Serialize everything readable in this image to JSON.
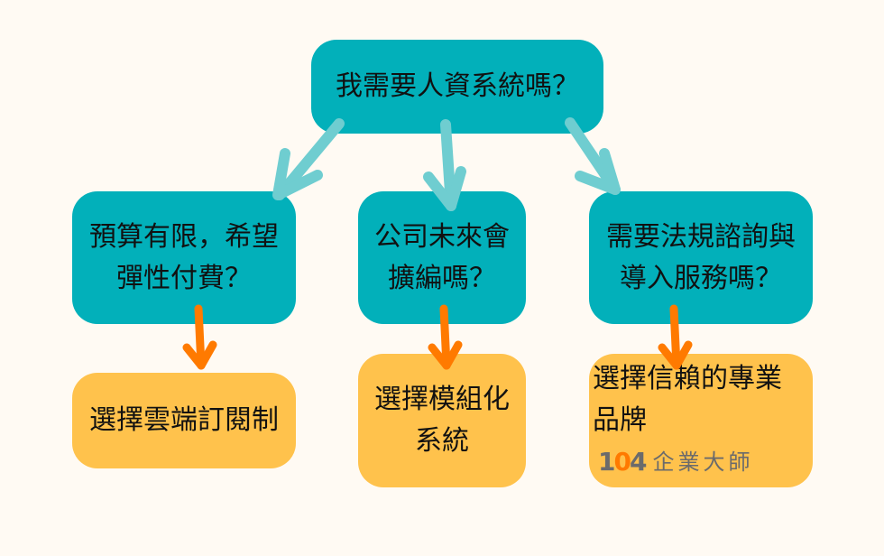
{
  "root": {
    "label": "我需要人資系統嗎？"
  },
  "questions": [
    {
      "line1": "預算有限，希望",
      "line2": "彈性付費？"
    },
    {
      "line1": "公司未來會",
      "line2": "擴編嗎？"
    },
    {
      "line1": "需要法規諮詢與",
      "line2": "導入服務嗎？"
    }
  ],
  "answers": [
    {
      "line1": "選擇雲端訂閱制",
      "line2": ""
    },
    {
      "line1": "選擇模組化",
      "line2": "系統"
    },
    {
      "line1": "選擇信賴的專業",
      "line2": "品牌"
    }
  ],
  "logo": {
    "number_1": "1",
    "number_0": "0",
    "number_4": "4",
    "text": "企業大師"
  },
  "colors": {
    "background": "#fffaf3",
    "teal": "#02b0ba",
    "light_teal_arrow": "#6fcdd0",
    "orange_arrow": "#ff7a00",
    "yellow": "#ffc24c"
  }
}
